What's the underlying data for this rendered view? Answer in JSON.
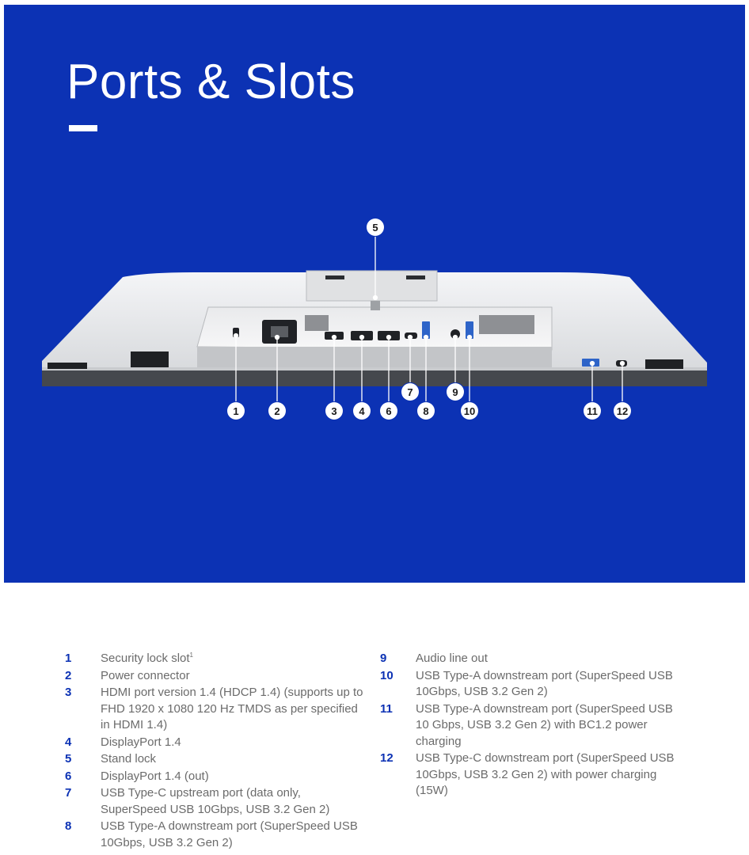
{
  "title": "Ports & Slots",
  "colors": {
    "background": "#0c32b4",
    "accent": "#0c32b4",
    "callout_bg": "#ffffff",
    "text_muted": "#6b6b6b"
  },
  "callouts": [
    "1",
    "2",
    "3",
    "4",
    "5",
    "6",
    "7",
    "8",
    "9",
    "10",
    "11",
    "12"
  ],
  "legend": {
    "col1": [
      {
        "num": "1",
        "text": "Security lock slot",
        "sup": "1"
      },
      {
        "num": "2",
        "text": "Power connector"
      },
      {
        "num": "3",
        "text": "HDMI port version 1.4 (HDCP 1.4) (supports up to FHD 1920 x 1080 120 Hz TMDS as per specified in HDMI 1.4)"
      },
      {
        "num": "4",
        "text": "DisplayPort 1.4"
      },
      {
        "num": "5",
        "text": "Stand lock"
      },
      {
        "num": "6",
        "text": "DisplayPort 1.4 (out)"
      },
      {
        "num": "7",
        "text": "USB Type-C upstream port (data only, SuperSpeed USB 10Gbps, USB 3.2 Gen 2)"
      },
      {
        "num": "8",
        "text": "USB Type-A downstream port (SuperSpeed USB 10Gbps, USB 3.2 Gen 2)"
      }
    ],
    "col2": [
      {
        "num": "9",
        "text": "Audio line out"
      },
      {
        "num": "10",
        "text": "USB Type-A downstream port (SuperSpeed USB 10Gbps, USB 3.2 Gen 2)"
      },
      {
        "num": "11",
        "text": "USB Type-A downstream port (SuperSpeed USB 10 Gbps, USB 3.2 Gen 2) with BC1.2 power charging"
      },
      {
        "num": "12",
        "text": "USB Type-C downstream port (SuperSpeed USB 10Gbps, USB 3.2 Gen 2) with power charging (15W)"
      }
    ]
  }
}
